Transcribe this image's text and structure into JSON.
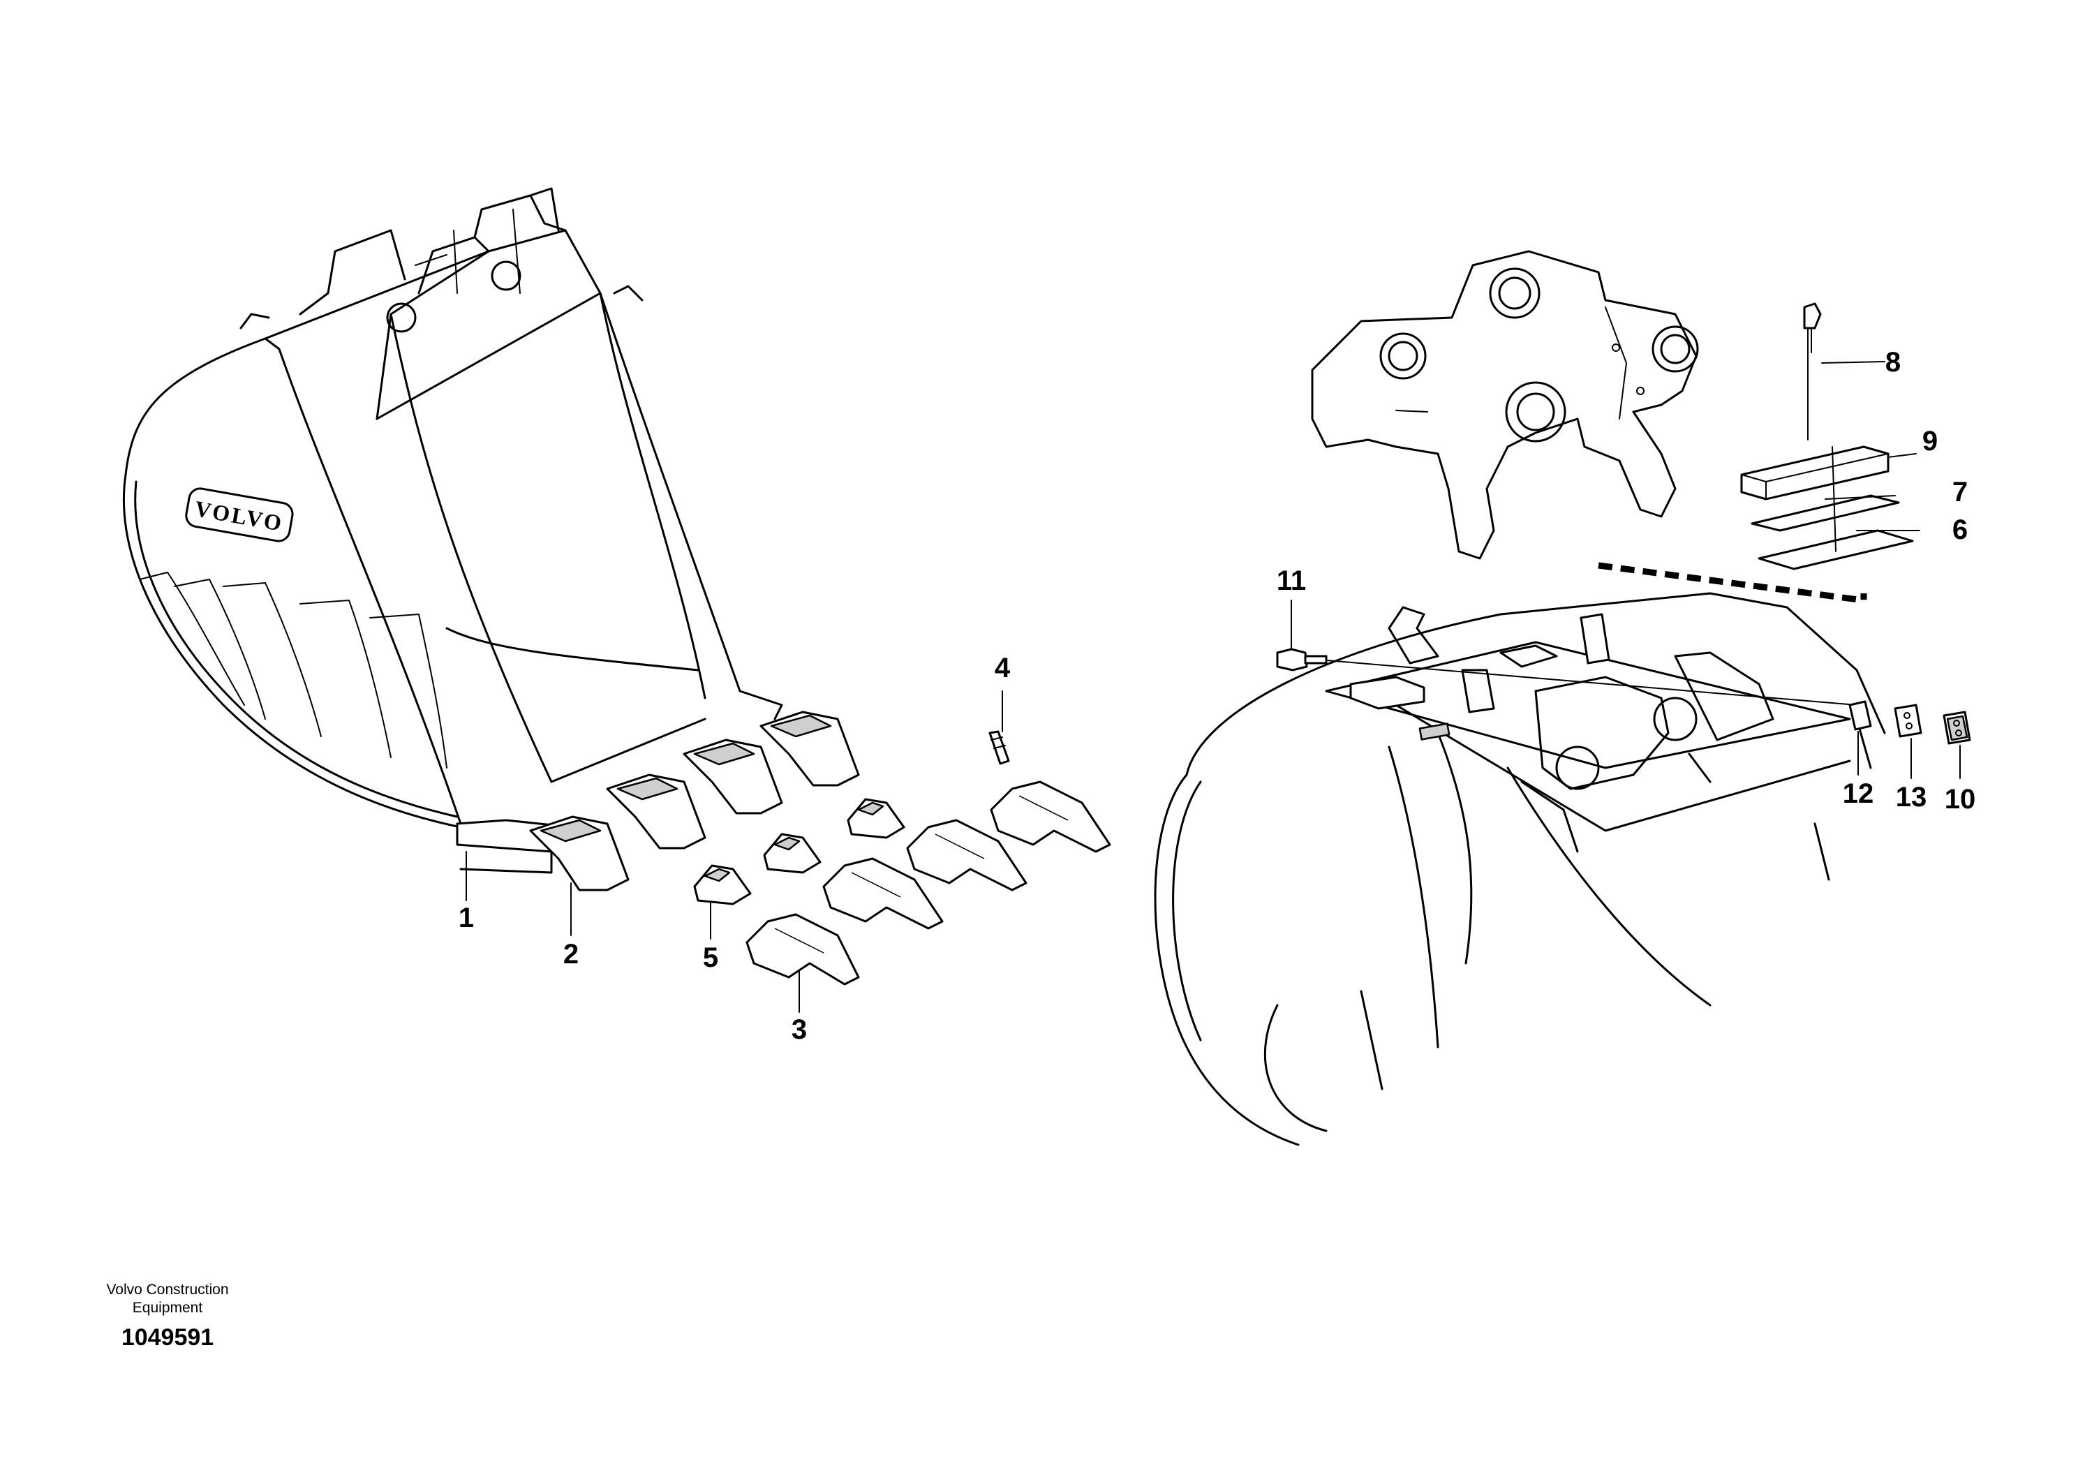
{
  "brand": {
    "logo_text": "VOLVO"
  },
  "callouts": [
    "1",
    "2",
    "3",
    "4",
    "5",
    "6",
    "7",
    "8",
    "9",
    "10",
    "11",
    "12",
    "13"
  ],
  "footer": {
    "company_line1": "Volvo Construction",
    "company_line2": "Equipment",
    "document_number": "1049591"
  }
}
